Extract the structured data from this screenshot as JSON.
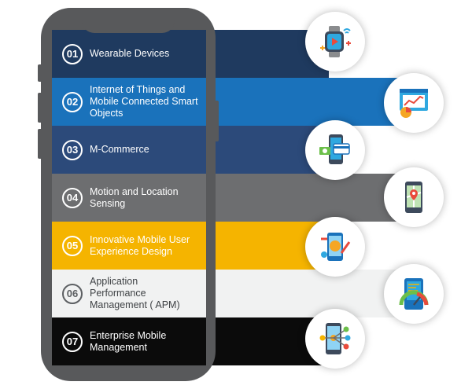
{
  "items": [
    {
      "number": "01",
      "label": "Wearable Devices",
      "color": "#1f3a5f",
      "icon": "smartwatch-icon"
    },
    {
      "number": "02",
      "label": "Internet of Things and Mobile Connected Smart Objects",
      "color": "#1a72bb",
      "icon": "analytics-dashboard-icon"
    },
    {
      "number": "03",
      "label": "M-Commerce",
      "color": "#2c4a7a",
      "icon": "mobile-payment-icon"
    },
    {
      "number": "04",
      "label": "Motion and Location Sensing",
      "color": "#6d6e70",
      "icon": "map-location-icon"
    },
    {
      "number": "05",
      "label": "Innovative Mobile User Experience Design",
      "color": "#f5b400",
      "icon": "design-tools-icon"
    },
    {
      "number": "06",
      "label": "Application Performance Management ( APM)",
      "color": "#f1f2f2",
      "icon": "performance-gauge-icon"
    },
    {
      "number": "07",
      "label": "Enterprise Mobile Management",
      "color": "#0b0b0b",
      "icon": "network-management-icon"
    }
  ],
  "phone_color": "#58595b"
}
